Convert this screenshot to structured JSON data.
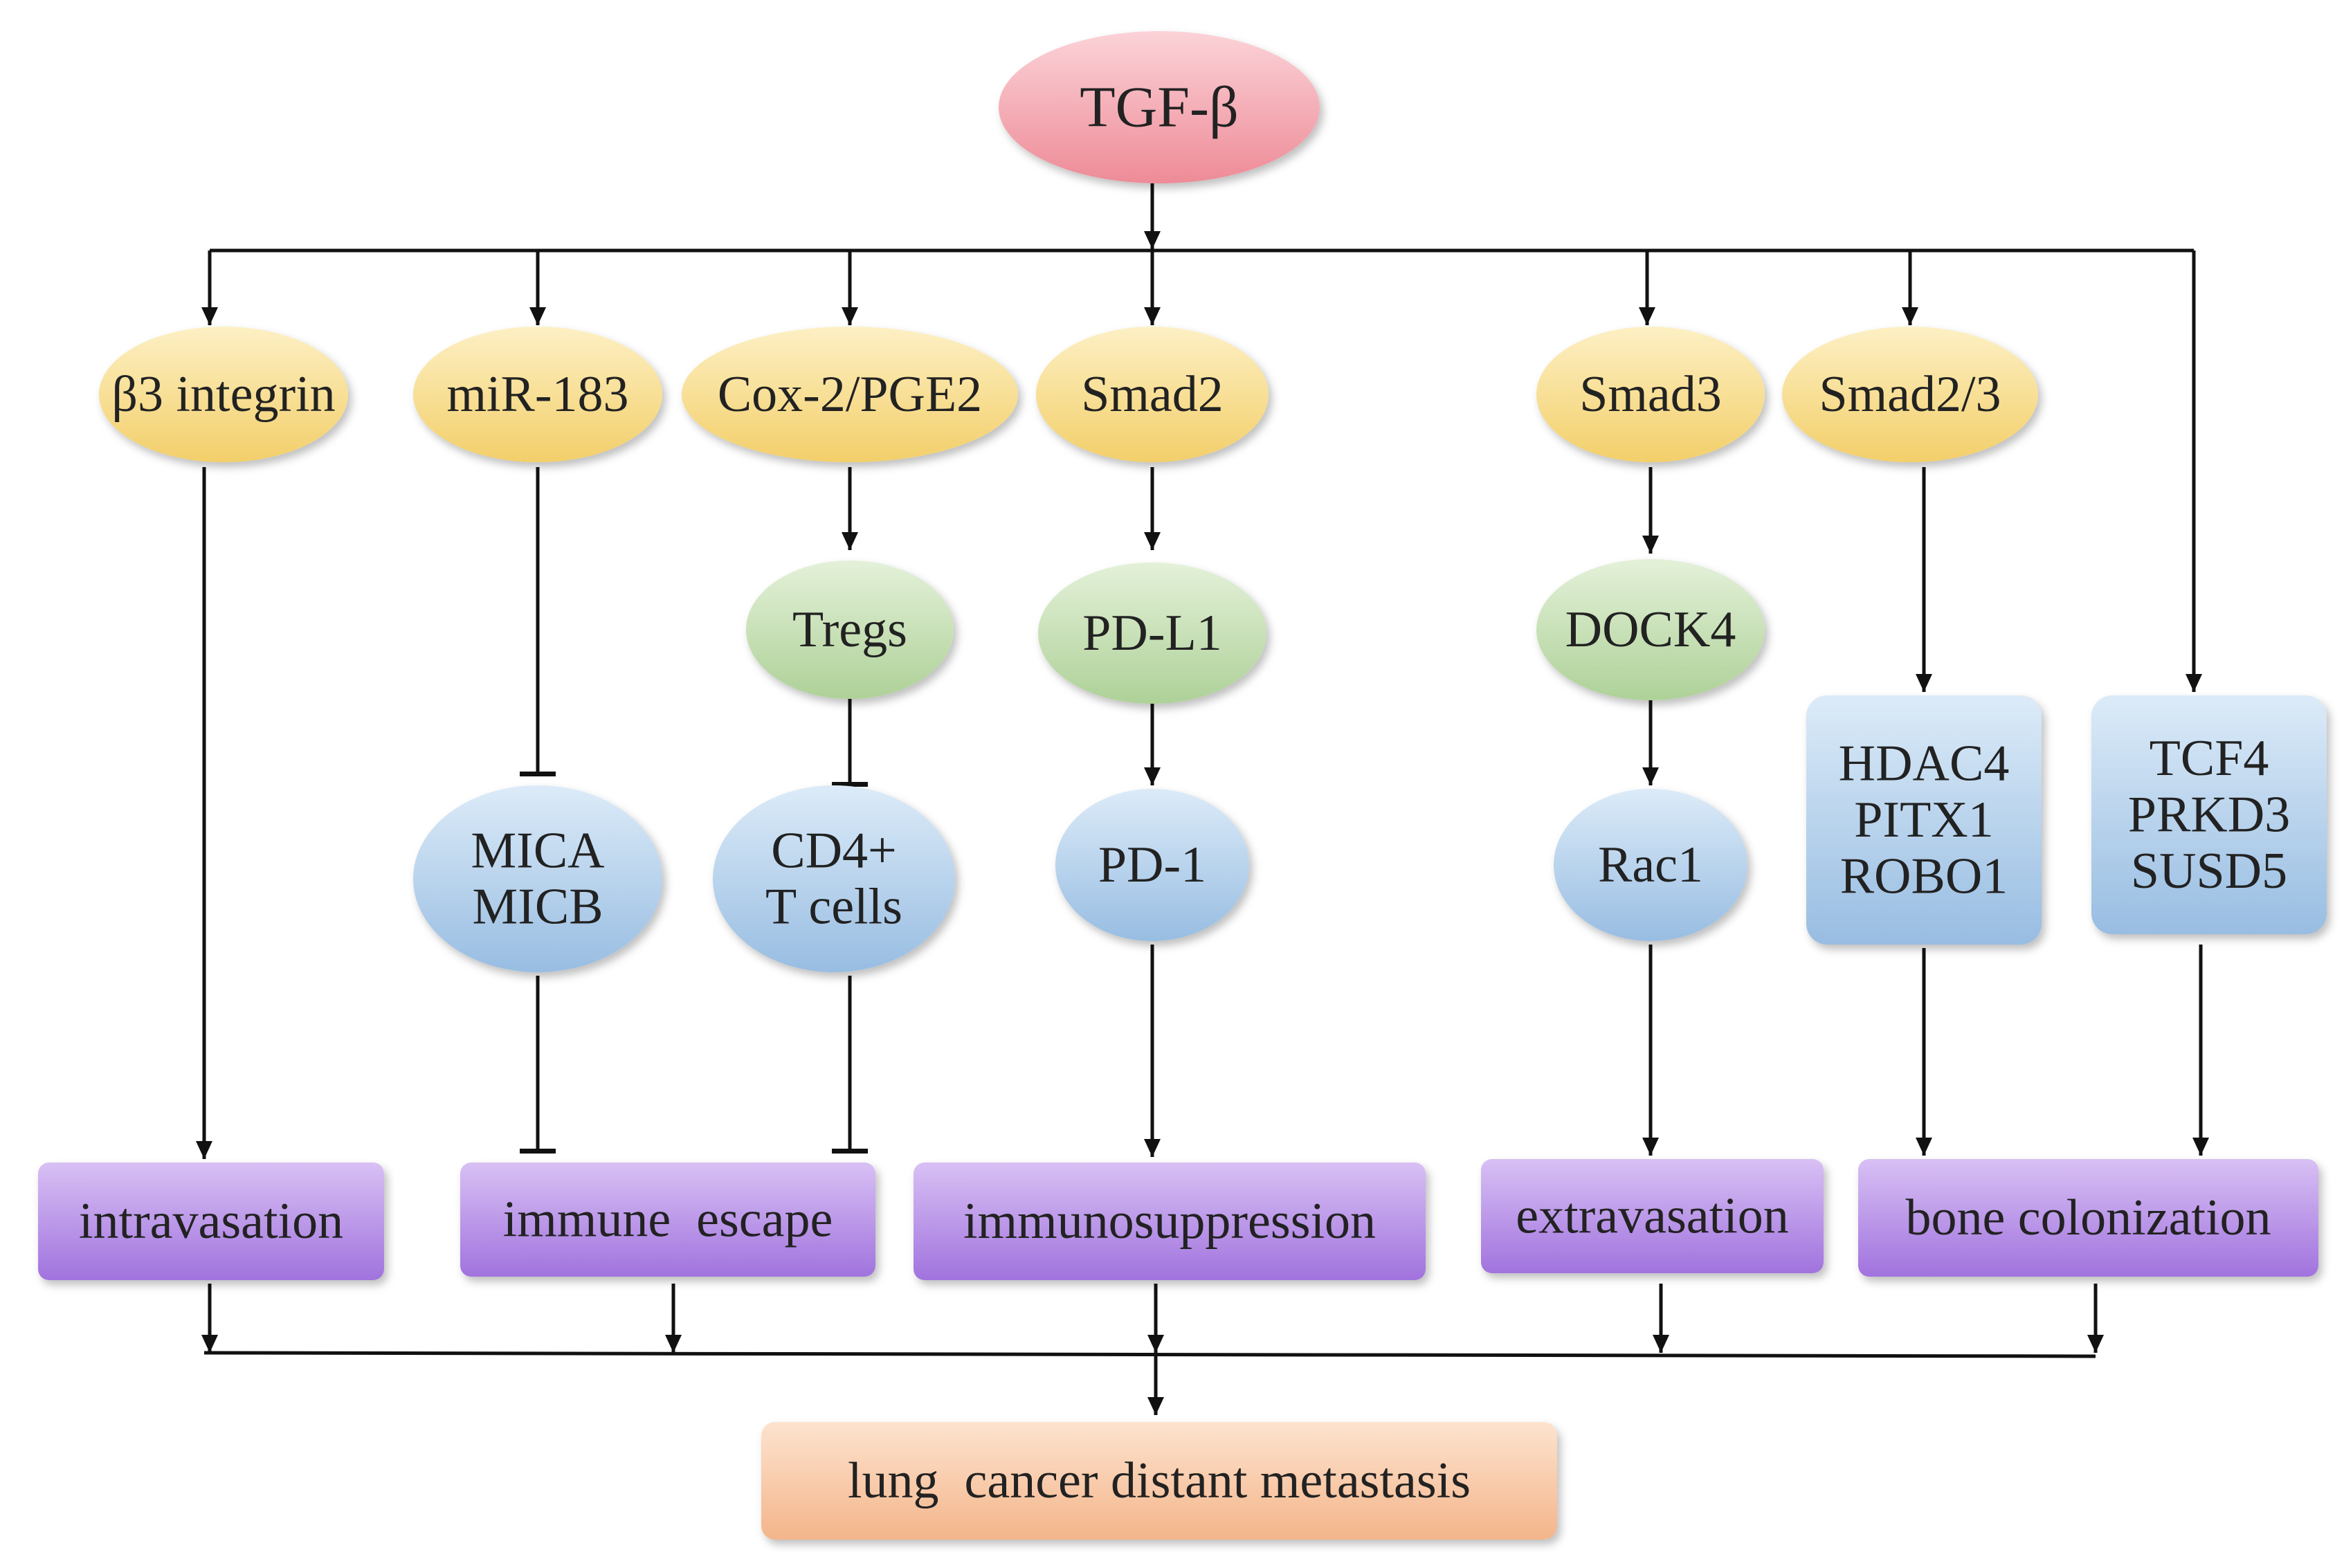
{
  "source": {
    "label": "TGF-β"
  },
  "mediators": [
    {
      "key": "b3",
      "label": "β3 integrin"
    },
    {
      "key": "mir",
      "label": "miR-183"
    },
    {
      "key": "cox",
      "label": "Cox-2/PGE2"
    },
    {
      "key": "smad2",
      "label": "Smad2"
    },
    {
      "key": "smad3",
      "label": "Smad3"
    },
    {
      "key": "smad23",
      "label": "Smad2/3"
    }
  ],
  "intermediates": [
    {
      "key": "tregs",
      "label": "Tregs"
    },
    {
      "key": "pdl1",
      "label": "PD-L1"
    },
    {
      "key": "dock4",
      "label": "DOCK4"
    }
  ],
  "effectors": [
    {
      "key": "mica",
      "lines": [
        "MICA",
        "MICB"
      ]
    },
    {
      "key": "cd4",
      "lines": [
        "CD4+",
        "T cells"
      ]
    },
    {
      "key": "pd1",
      "lines": [
        "PD-1"
      ]
    },
    {
      "key": "rac1",
      "lines": [
        "Rac1"
      ]
    }
  ],
  "gene_boxes": [
    {
      "key": "hdac",
      "lines": [
        "HDAC4",
        "PITX1",
        "ROBO1"
      ]
    },
    {
      "key": "tcf",
      "lines": [
        "TCF4",
        "PRKD3",
        "SUSD5"
      ]
    }
  ],
  "processes": [
    {
      "key": "intra",
      "label": "intravasation"
    },
    {
      "key": "immune",
      "label": "immune  escape"
    },
    {
      "key": "immuno",
      "label": "immunosuppression"
    },
    {
      "key": "extra",
      "label": "extravasation"
    },
    {
      "key": "bone",
      "label": "bone colonization"
    }
  ],
  "outcome": {
    "label": "lung  cancer distant metastasis"
  },
  "colors": {
    "source": "#f2a3ad",
    "mediator": "#f8dc8c",
    "intermediate": "#c6e0b2",
    "effector": "#b9d4ee",
    "process": "#b98ee6",
    "outcome": "#f8c9a5",
    "line": "#111111"
  }
}
